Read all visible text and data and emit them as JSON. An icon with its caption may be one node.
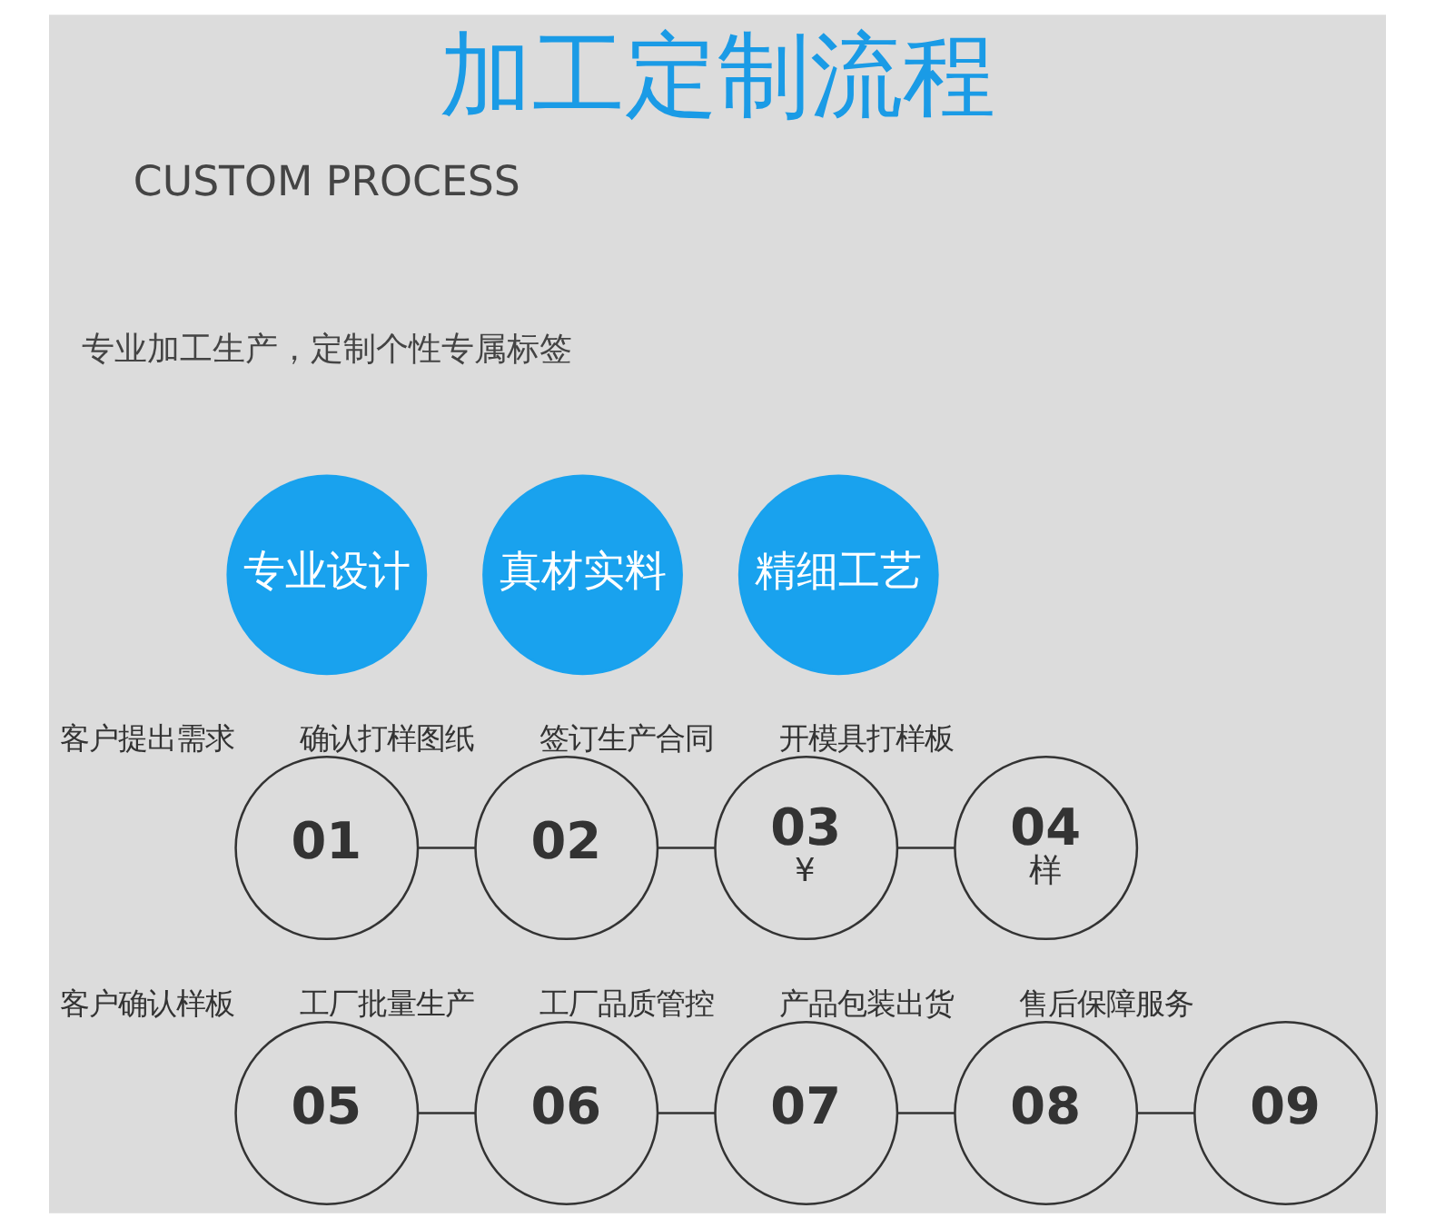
{
  "diagram": {
    "title": "加工定制流程",
    "nodes": [
      {
        "text": [
          "专业设计"
        ]
      },
      {
        "text": [
          "真材实料"
        ]
      },
      {
        "text": [
          "精细工艺"
        ]
      },
      {
        "text": [
          "01"
        ],
        "beside": [
          "客户提出需求"
        ]
      },
      {
        "text": [
          "02"
        ],
        "beside": [
          "确认打样图纸"
        ]
      },
      {
        "text": [
          "03",
          "¥"
        ],
        "beside": [
          "签订生产合同"
        ]
      },
      {
        "text": [
          "04",
          "样"
        ],
        "beside": [
          "开模具打样板"
        ]
      },
      {
        "text": [
          "05"
        ],
        "beside": [
          "客户确认样板"
        ]
      },
      {
        "text": [
          "06"
        ],
        "beside": [
          "工厂批量生产"
        ]
      },
      {
        "text": [
          "07"
        ],
        "beside": [
          "工厂品质管控"
        ]
      },
      {
        "text": [
          "08"
        ],
        "beside": [
          "产品包装出货"
        ]
      },
      {
        "text": [
          "09"
        ],
        "beside": [
          "售后保障服务"
        ]
      }
    ],
    "edges": [
      {
        "from": 3,
        "to": 4,
        "arrow": "none"
      },
      {
        "from": 4,
        "to": 5,
        "arrow": "none"
      },
      {
        "from": 5,
        "to": 6,
        "arrow": "none"
      },
      {
        "from": 7,
        "to": 8,
        "arrow": "none"
      },
      {
        "from": 8,
        "to": 9,
        "arrow": "none"
      },
      {
        "from": 9,
        "to": 10,
        "arrow": "none"
      },
      {
        "from": 10,
        "to": 11,
        "arrow": "none"
      }
    ],
    "labels": [
      "CUSTOM PROCESS",
      "专业加工生产，定制个性专属标签"
    ]
  }
}
